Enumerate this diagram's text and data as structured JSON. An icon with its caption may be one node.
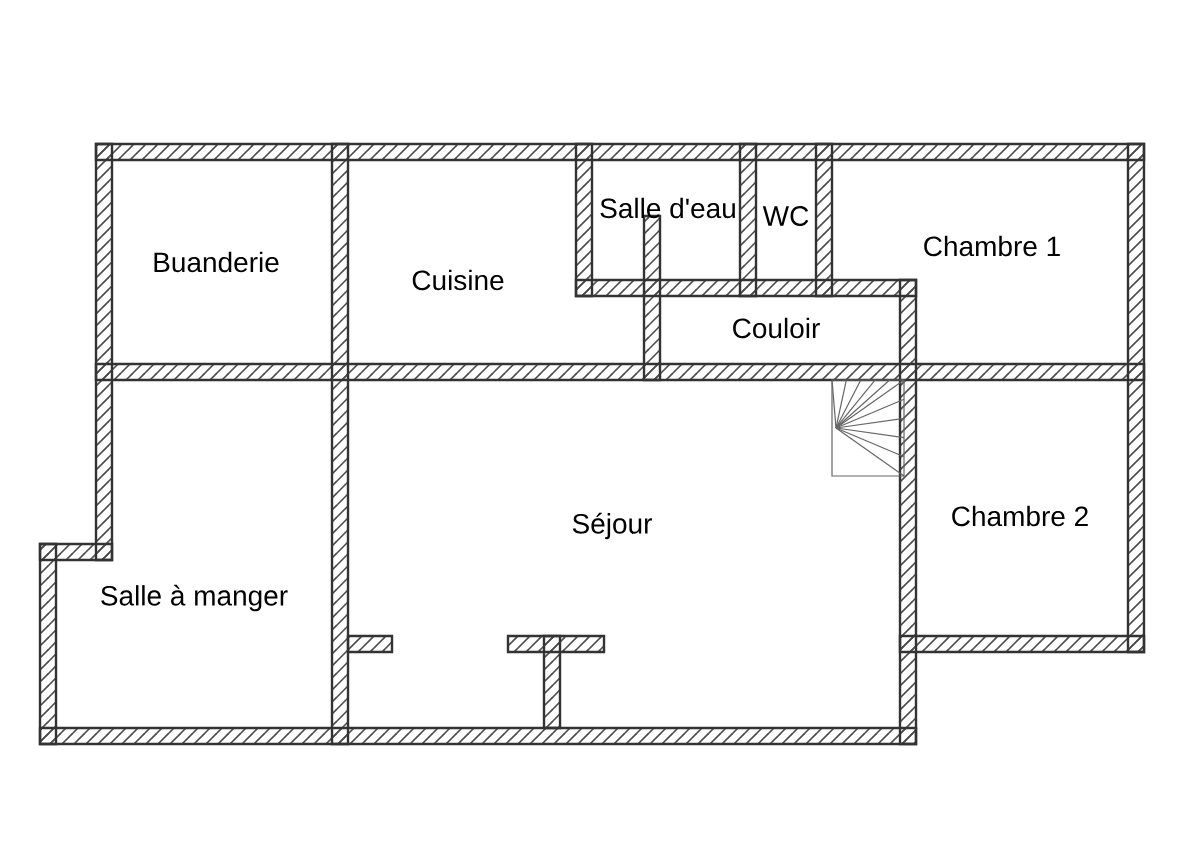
{
  "diagram": {
    "labels": [
      "Buanderie",
      "Cuisine",
      "Salle d'eau",
      "WC",
      "Chambre 1",
      "Couloir",
      "Séjour",
      "Chambre 2",
      "Salle à manger"
    ]
  }
}
